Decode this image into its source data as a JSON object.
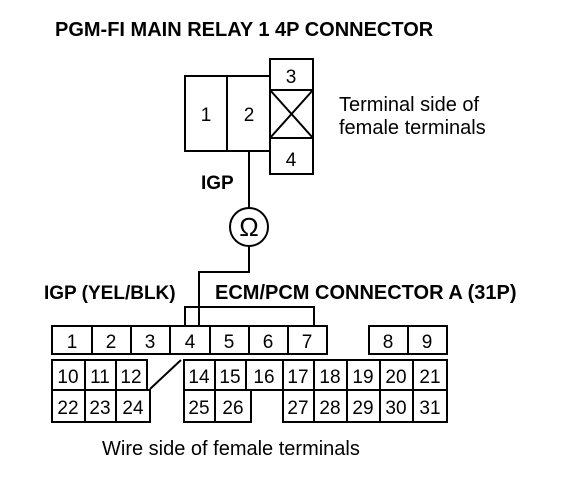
{
  "relay": {
    "title": "PGM-FI MAIN RELAY 1 4P CONNECTOR",
    "terminals": [
      "1",
      "2",
      "3",
      "4"
    ],
    "side_note_line1": "Terminal side of",
    "side_note_line2": "female terminals"
  },
  "meter": {
    "symbol": "Ω"
  },
  "wire_labels": {
    "relay_terminal": "IGP",
    "ecm_terminal": "IGP (YEL/BLK)"
  },
  "ecm": {
    "title": "ECM/PCM CONNECTOR A (31P)",
    "row1": [
      "1",
      "2",
      "3",
      "4",
      "5",
      "6",
      "7",
      "8",
      "9"
    ],
    "row2": [
      "10",
      "11",
      "12",
      "14",
      "15",
      "16",
      "17",
      "18",
      "19",
      "20",
      "21"
    ],
    "row3": [
      "22",
      "23",
      "24",
      "25",
      "26",
      "27",
      "28",
      "29",
      "30",
      "31"
    ],
    "caption": "Wire side of female terminals"
  }
}
